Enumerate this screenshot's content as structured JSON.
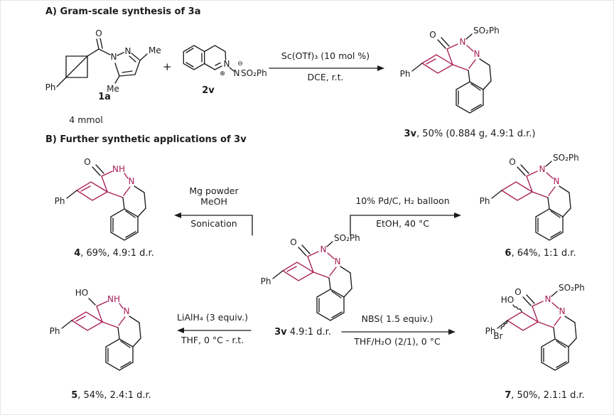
{
  "colors": {
    "bond": "#1c1c1c",
    "highlight": "#a81d55",
    "background": "#ffffff"
  },
  "atoms": {
    "ph": "Ph",
    "o": "O",
    "n": "N",
    "nh": "NH",
    "ho": "HO",
    "br": "Br",
    "so2ph": "SO₂Ph",
    "me": "Me",
    "plus_circle": "⊕",
    "minus_circle": "⊖"
  },
  "section_a": {
    "title": "A) Gram-scale synthesis of ",
    "title_compound": "3a",
    "plus": "+",
    "compound_1a": {
      "label": "1a",
      "amount": "4 mmol"
    },
    "compound_2v": {
      "label": "2v"
    },
    "arrow": {
      "above": "Sc(OTf)₃ (10 mol %)",
      "below": "DCE, r.t."
    },
    "product": {
      "label": "3v",
      "caption": ", 50% (0.884 g, 4.9:1 d.r.)"
    }
  },
  "section_b": {
    "title": "B) Further synthetic applications of ",
    "title_compound": "3v",
    "center": {
      "label": "3v",
      "caption": " 4.9:1 d.r."
    },
    "top_left": {
      "above1": "Mg powder",
      "above2": "MeOH",
      "below": "Sonication",
      "product_label": "4",
      "product_caption": ", 69%, 4.9:1 d.r."
    },
    "top_right": {
      "above": "10% Pd/C, H₂ balloon",
      "below": "EtOH, 40 °C",
      "product_label": "6",
      "product_caption": ", 64%, 1:1 d.r."
    },
    "bottom_left": {
      "above": "LiAlH₄ (3 equiv.)",
      "below": "THF, 0 °C - r.t.",
      "product_label": "5",
      "product_caption": ", 54%, 2.4:1 d.r."
    },
    "bottom_right": {
      "above": "NBS( 1.5 equiv.)",
      "below": "THF/H₂O (2/1), 0 °C",
      "product_label": "7",
      "product_caption": ", 50%, 2.1:1 d.r."
    }
  }
}
